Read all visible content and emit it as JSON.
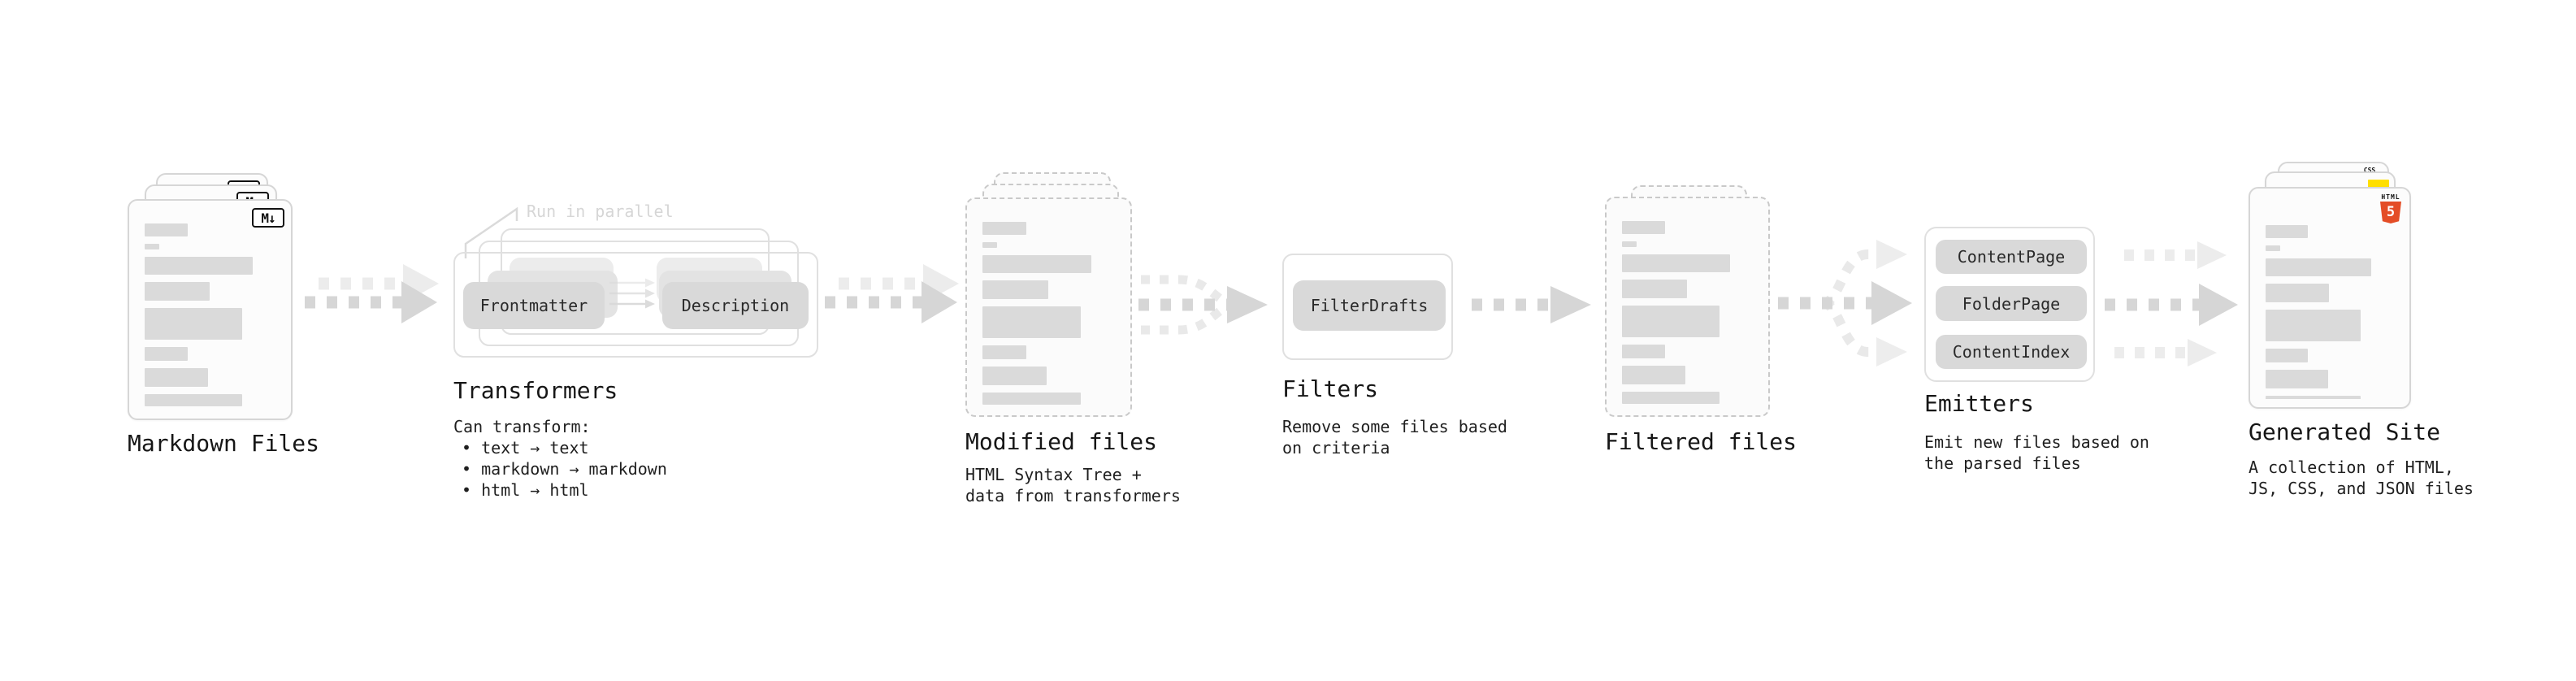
{
  "diagram": {
    "markdown": {
      "title": "Markdown Files",
      "icon": "M↓"
    },
    "transformers": {
      "title": "Transformers",
      "parallel_label": "Run in parallel",
      "frontmatter": "Frontmatter",
      "description": "Description",
      "note_heading": "Can transform:",
      "bullet_1": "• text → text",
      "bullet_2": "• markdown → markdown",
      "bullet_3": "• html → html"
    },
    "modified": {
      "title": "Modified files",
      "sub_1": "HTML Syntax Tree +",
      "sub_2": "data from transformers"
    },
    "filters": {
      "title": "Filters",
      "button": "FilterDrafts",
      "sub_1": "Remove some files based",
      "sub_2": "on criteria"
    },
    "filtered": {
      "title": "Filtered files"
    },
    "emitters": {
      "title": "Emitters",
      "button_1": "ContentPage",
      "button_2": "FolderPage",
      "button_3": "ContentIndex",
      "sub_1": "Emit new files based on",
      "sub_2": "the parsed files"
    },
    "generated": {
      "title": "Generated Site",
      "sub_1": "A collection of HTML,",
      "sub_2": "JS, CSS, and JSON files",
      "css_badge": "CSS",
      "html_badge": "HTML",
      "html_digit": "5"
    }
  },
  "colors": {
    "arrow_dark": "#d6d6d6",
    "arrow_light": "#ececec",
    "bar_gray": "#dadada",
    "button_gray": "#d9d9d9",
    "html5_orange": "#e44d26",
    "js_yellow": "#ffdf00",
    "css_blue": "#2d6ff0"
  }
}
